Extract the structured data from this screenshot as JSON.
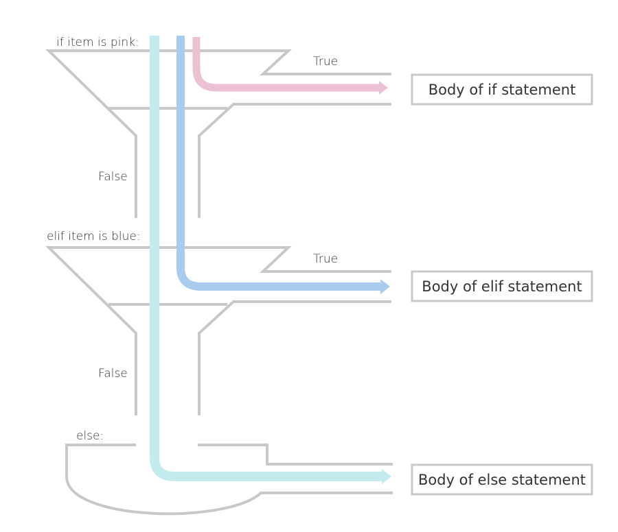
{
  "conditions": {
    "if_label": "if item is pink:",
    "elif_label": "elif item is blue:",
    "else_label": "else:"
  },
  "branches": {
    "true_label_1": "True",
    "true_label_2": "True",
    "false_label_1": "False",
    "false_label_2": "False"
  },
  "bodies": {
    "if_body": "Body of if statement",
    "elif_body": "Body of elif statement",
    "else_body": "Body of else statement"
  },
  "colors": {
    "pink": "#ebc1d3",
    "blue": "#a9cbee",
    "cyan": "#c3eaec",
    "gray": "#c8c8c8"
  }
}
